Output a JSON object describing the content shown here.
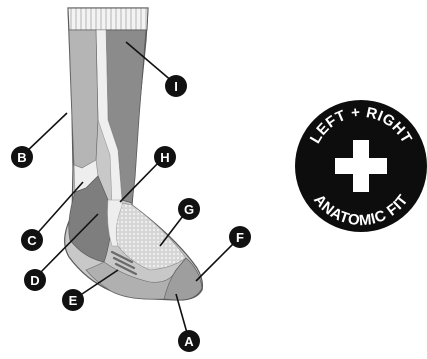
{
  "callouts": [
    {
      "id": "A",
      "label": "A"
    },
    {
      "id": "B",
      "label": "B"
    },
    {
      "id": "C",
      "label": "C"
    },
    {
      "id": "D",
      "label": "D"
    },
    {
      "id": "E",
      "label": "E"
    },
    {
      "id": "F",
      "label": "F"
    },
    {
      "id": "G",
      "label": "G"
    },
    {
      "id": "H",
      "label": "H"
    },
    {
      "id": "I",
      "label": "I"
    }
  ],
  "badge": {
    "top_text": "LEFT + RIGHT",
    "bottom_text": "ANATOMIC FIT"
  },
  "colors": {
    "sock_light": "#c8c8c8",
    "sock_mid": "#a9a9a9",
    "sock_dark": "#7e7e7e",
    "cuff": "#efefef",
    "callout": "#111111",
    "badge": "#0d0d0d"
  }
}
